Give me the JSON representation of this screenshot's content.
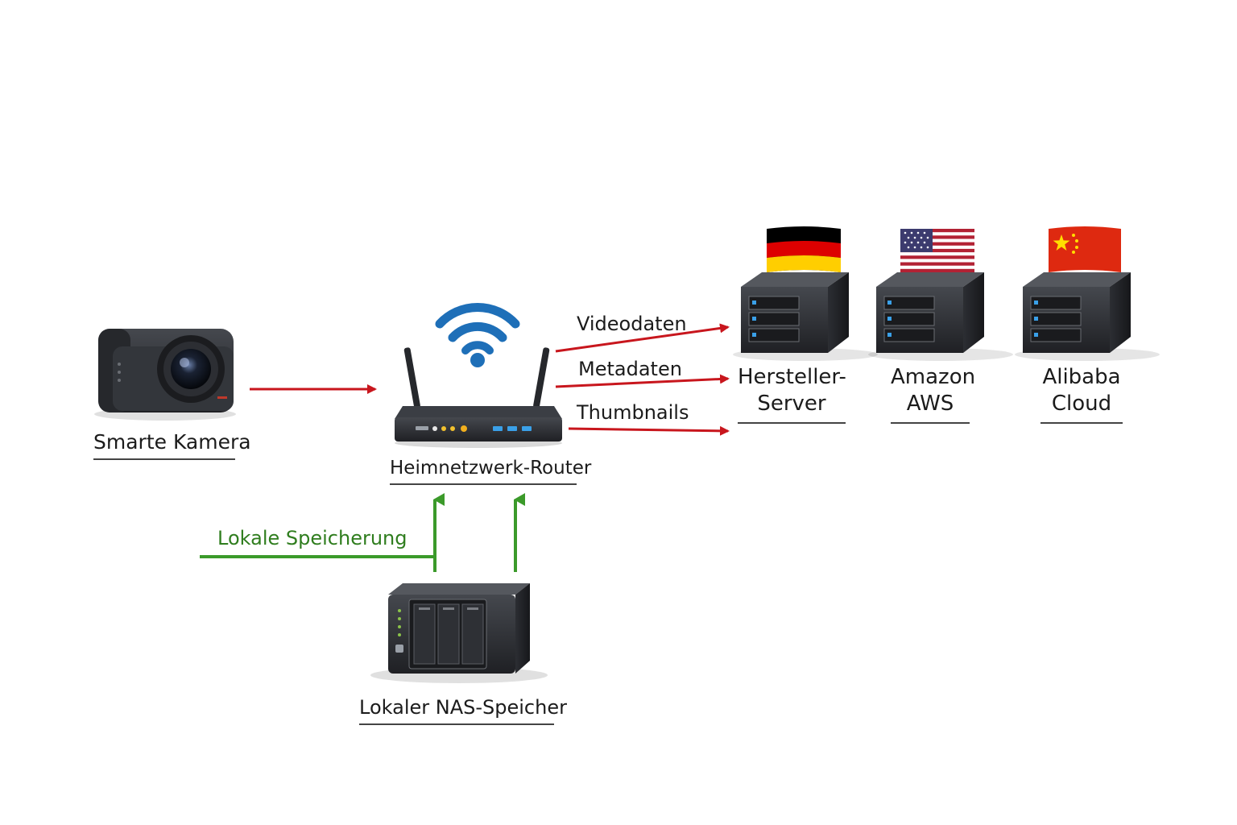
{
  "nodes": {
    "camera": {
      "label": "Smarte Kamera"
    },
    "router": {
      "label": "Heimnetzwerk-Router"
    },
    "nas": {
      "label": "Lokaler NAS-Speicher"
    },
    "server_de": {
      "line1": "Hersteller-",
      "line2": "Server"
    },
    "server_us": {
      "line1": "Amazon",
      "line2": "AWS"
    },
    "server_cn": {
      "line1": "Alibaba",
      "line2": "Cloud"
    }
  },
  "flows": {
    "video": "Videodaten",
    "meta": "Metadaten",
    "thumbs": "Thumbnails",
    "local": "Lokale Speicherung"
  },
  "colors": {
    "cloud_flow": "#c8161d",
    "local_flow": "#3b9a2a",
    "wifi": "#1e6fb8",
    "device": "#2b2d31"
  },
  "icons": {
    "camera": "security-camera-icon",
    "router": "wifi-router-icon",
    "nas": "nas-storage-icon",
    "server": "server-icon",
    "flags": [
      "germany-flag-icon",
      "usa-flag-icon",
      "china-flag-icon"
    ]
  }
}
